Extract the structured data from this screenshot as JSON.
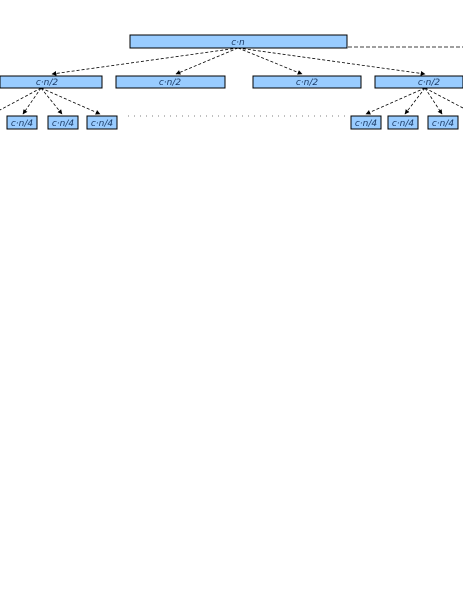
{
  "tree": {
    "root": {
      "label": "c·n"
    },
    "level1": [
      {
        "label": "c·n/2"
      },
      {
        "label": "c·n/2"
      },
      {
        "label": "c·n/2"
      },
      {
        "label": "c·n/2"
      }
    ],
    "level2": [
      {
        "label": "c·n/4"
      },
      {
        "label": "c·n/4"
      },
      {
        "label": "c·n/4"
      },
      {
        "label": "c·n/4"
      },
      {
        "label": "c·n/4"
      },
      {
        "label": "c·n/4"
      }
    ]
  },
  "colors": {
    "node_fill": "#99ccff",
    "node_stroke": "#000000"
  }
}
